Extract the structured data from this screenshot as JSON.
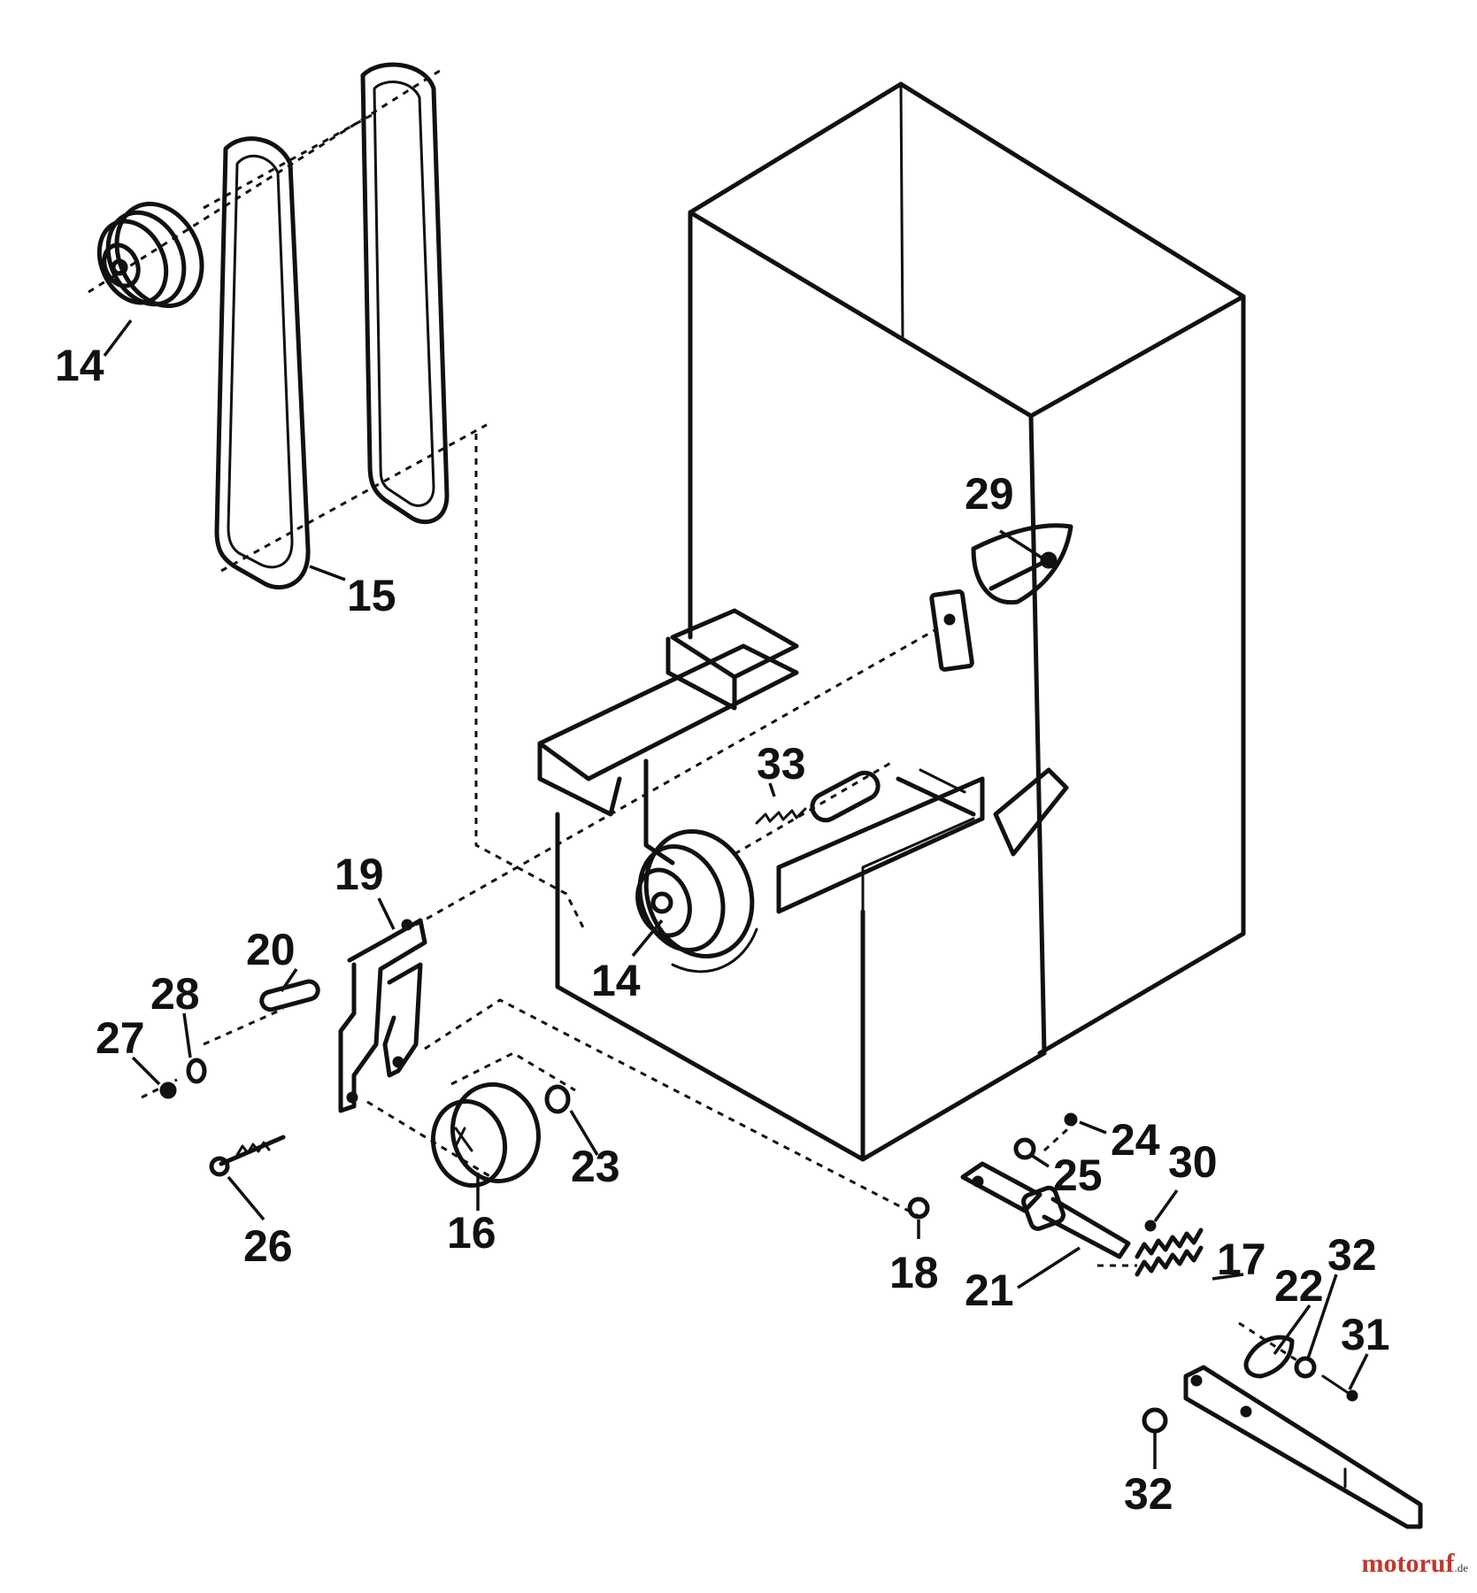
{
  "callouts": [
    {
      "id": "c14a",
      "text": "14"
    },
    {
      "id": "c15",
      "text": "15"
    },
    {
      "id": "c29",
      "text": "29"
    },
    {
      "id": "c33",
      "text": "33"
    },
    {
      "id": "c19",
      "text": "19"
    },
    {
      "id": "c20",
      "text": "20"
    },
    {
      "id": "c28",
      "text": "28"
    },
    {
      "id": "c27",
      "text": "27"
    },
    {
      "id": "c14b",
      "text": "14"
    },
    {
      "id": "c23",
      "text": "23"
    },
    {
      "id": "c26",
      "text": "26"
    },
    {
      "id": "c16",
      "text": "16"
    },
    {
      "id": "c24",
      "text": "24"
    },
    {
      "id": "c25",
      "text": "25"
    },
    {
      "id": "c30",
      "text": "30"
    },
    {
      "id": "c18",
      "text": "18"
    },
    {
      "id": "c21",
      "text": "21"
    },
    {
      "id": "c17",
      "text": "17"
    },
    {
      "id": "c22",
      "text": "22"
    },
    {
      "id": "c32a",
      "text": "32"
    },
    {
      "id": "c31",
      "text": "31"
    },
    {
      "id": "c32b",
      "text": "32"
    }
  ],
  "watermark": {
    "brand": "motoruf",
    "suffix": ".de"
  }
}
